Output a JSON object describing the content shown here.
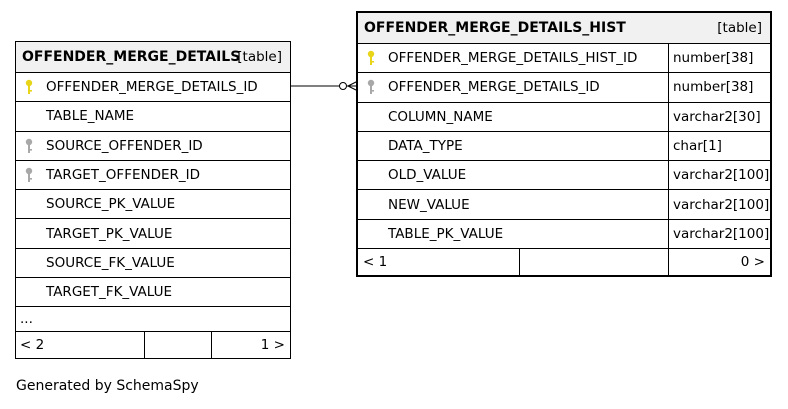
{
  "colors": {
    "primary_key": "#e8d51a",
    "foreign_key": "#a8a8a8",
    "header_bg": "#f1f1f1"
  },
  "left_table": {
    "name": "OFFENDER_MERGE_DETAILS",
    "kind": "[table]",
    "columns": [
      {
        "name": "OFFENDER_MERGE_DETAILS_ID",
        "key": "primary-key-icon"
      },
      {
        "name": "TABLE_NAME",
        "key": ""
      },
      {
        "name": "SOURCE_OFFENDER_ID",
        "key": "foreign-key-icon"
      },
      {
        "name": "TARGET_OFFENDER_ID",
        "key": "foreign-key-icon"
      },
      {
        "name": "SOURCE_PK_VALUE",
        "key": ""
      },
      {
        "name": "TARGET_PK_VALUE",
        "key": ""
      },
      {
        "name": "SOURCE_FK_VALUE",
        "key": ""
      },
      {
        "name": "TARGET_FK_VALUE",
        "key": ""
      }
    ],
    "ellipsis": "...",
    "footer": {
      "left": "< 2",
      "right": "1 >"
    }
  },
  "right_table": {
    "name": "OFFENDER_MERGE_DETAILS_HIST",
    "kind": "[table]",
    "columns": [
      {
        "name": "OFFENDER_MERGE_DETAILS_HIST_ID",
        "type": "number[38]",
        "key": "primary-key-icon"
      },
      {
        "name": "OFFENDER_MERGE_DETAILS_ID",
        "type": "number[38]",
        "key": "foreign-key-icon"
      },
      {
        "name": "COLUMN_NAME",
        "type": "varchar2[30]",
        "key": ""
      },
      {
        "name": "DATA_TYPE",
        "type": "char[1]",
        "key": ""
      },
      {
        "name": "OLD_VALUE",
        "type": "varchar2[100]",
        "key": ""
      },
      {
        "name": "NEW_VALUE",
        "type": "varchar2[100]",
        "key": ""
      },
      {
        "name": "TABLE_PK_VALUE",
        "type": "varchar2[100]",
        "key": ""
      }
    ],
    "footer": {
      "left": "< 1",
      "right": "0 >"
    }
  },
  "generated_by": "Generated by SchemaSpy"
}
